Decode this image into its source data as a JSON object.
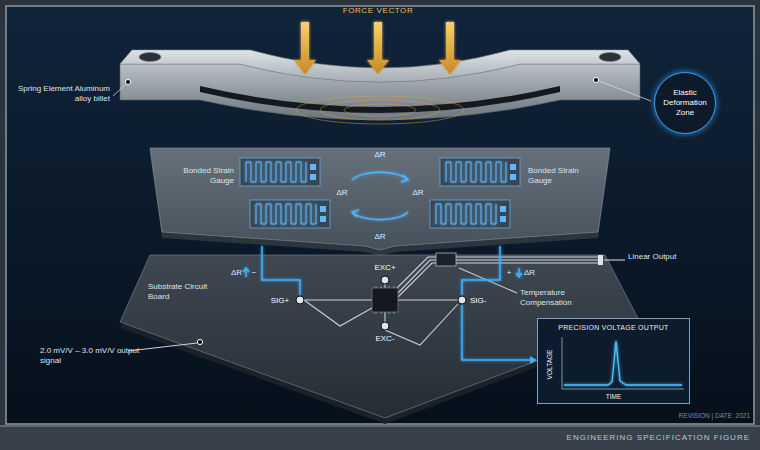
{
  "diagram": {
    "caption": "ENGINEERING SPECIFICATION FIGURE",
    "nodes": [
      {
        "text": [
          "Elastic Deformation Zone"
        ]
      },
      {
        "text": [
          "PRECISION VOLTAGE OUTPUT",
          "VOLTAGE",
          "TIME"
        ]
      }
    ],
    "labels": [
      "FORCE VECTOR",
      "Spring Element Aluminum alloy billet",
      "Bonded Strain Gauge",
      "Bonded Strain Gauge",
      "ΔR",
      "ΔR",
      "ΔR",
      "ΔR",
      "ΔR",
      "−",
      "+",
      "ΔR",
      "Substrate Circuit Board",
      "EXC+",
      "SIG+",
      "SIG-",
      "EXC-",
      "Temperature Compensation",
      "Linear Output",
      "2.0 mV/V – 3.0 mV/V output signal",
      "REVISION | DATE: 2021"
    ]
  }
}
